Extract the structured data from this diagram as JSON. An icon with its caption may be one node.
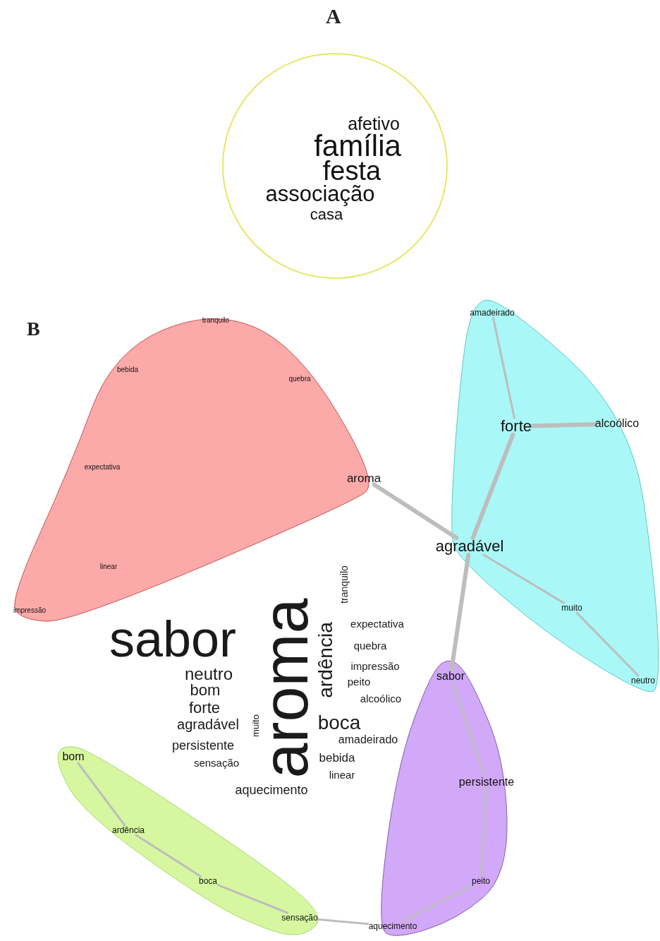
{
  "diagram": {
    "nodes": [
      {
        "text": [
          "afetivo",
          "família",
          "festa",
          "associação",
          "casa"
        ]
      },
      {
        "text": [],
        "shape": "blob"
      },
      {
        "text": [
          "tranquilo"
        ],
        "in": 1
      },
      {
        "text": [
          "bebida"
        ],
        "in": 1
      },
      {
        "text": [
          "quebra"
        ],
        "in": 1
      },
      {
        "text": [
          "expectativa"
        ],
        "in": 1
      },
      {
        "text": [
          "aroma"
        ],
        "in": 1
      },
      {
        "text": [
          "linear"
        ],
        "in": 1
      },
      {
        "text": [
          "impressão"
        ],
        "in": 1
      },
      {
        "text": [],
        "shape": "blob"
      },
      {
        "text": [
          "amadeirado"
        ],
        "in": 9
      },
      {
        "text": [
          "forte"
        ],
        "in": 9
      },
      {
        "text": [
          "alcoólico"
        ],
        "in": 9
      },
      {
        "text": [
          "agradável"
        ],
        "in": 9
      },
      {
        "text": [
          "muito"
        ],
        "in": 9
      },
      {
        "text": [
          "neutro"
        ],
        "in": 9
      },
      {
        "text": [],
        "shape": "blob"
      },
      {
        "text": [
          "sabor"
        ],
        "in": 16
      },
      {
        "text": [
          "persistente"
        ],
        "in": 16
      },
      {
        "text": [
          "peito"
        ],
        "in": 16
      },
      {
        "text": [
          "aquecimento"
        ],
        "in": 16
      },
      {
        "text": [],
        "shape": "blob"
      },
      {
        "text": [
          "bom"
        ],
        "in": 21
      },
      {
        "text": [
          "ardência"
        ],
        "in": 21
      },
      {
        "text": [
          "boca"
        ],
        "in": 21
      },
      {
        "text": [
          "sensação"
        ],
        "in": 21
      }
    ],
    "edges": [
      {
        "from": 6,
        "to": 13,
        "arrow": "none",
        "style": "thick"
      },
      {
        "from": 10,
        "to": 11,
        "arrow": "none"
      },
      {
        "from": 11,
        "to": 12,
        "arrow": "none",
        "style": "thick"
      },
      {
        "from": 11,
        "to": 13,
        "arrow": "none",
        "style": "thick"
      },
      {
        "from": 13,
        "to": 14,
        "arrow": "none"
      },
      {
        "from": 14,
        "to": 15,
        "arrow": "none"
      },
      {
        "from": 13,
        "to": 17,
        "arrow": "none",
        "style": "thick"
      },
      {
        "from": 17,
        "to": 18,
        "arrow": "none"
      },
      {
        "from": 18,
        "to": 19,
        "arrow": "none"
      },
      {
        "from": 19,
        "to": 20,
        "arrow": "none"
      },
      {
        "from": 20,
        "to": 25,
        "arrow": "none"
      },
      {
        "from": 25,
        "to": 24,
        "arrow": "none"
      },
      {
        "from": 24,
        "to": 23,
        "arrow": "none"
      },
      {
        "from": 23,
        "to": 22,
        "arrow": "none"
      }
    ],
    "labels": [
      "A",
      "B",
      "tranquilo",
      "sabor",
      "aroma",
      "ardência",
      "expectativa",
      "quebra",
      "impressão",
      "peito",
      "alcoólico",
      "neutro",
      "bom",
      "forte",
      "agradável",
      "muito",
      "boca",
      "amadeirado",
      "persistente",
      "sensação",
      "bebida",
      "linear",
      "aquecimento"
    ]
  }
}
